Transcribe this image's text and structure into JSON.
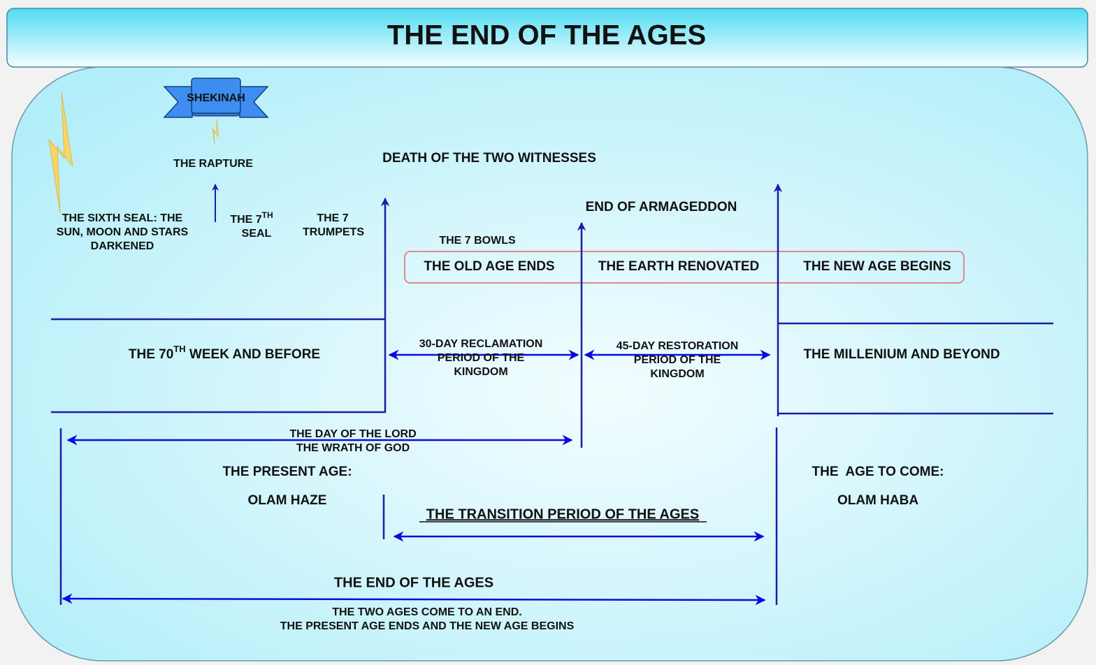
{
  "title": "THE END OF THE AGES",
  "banner": "SHEKINAH",
  "events": {
    "rapture": "THE RAPTURE",
    "sixth_seal": [
      "THE SIXTH SEAL: THE",
      "SUN, MOON AND STARS",
      "DARKENED"
    ],
    "seventh_seal": {
      "line1": "THE 7",
      "sup": "TH",
      "line2": "SEAL"
    },
    "trumpets": [
      "THE 7",
      "TRUMPETS"
    ],
    "two_witnesses": "DEATH OF THE TWO WITNESSES",
    "armageddon": "END OF ARMAGEDDON",
    "bowls": "THE 7 BOWLS"
  },
  "stages_box": [
    "THE OLD AGE ENDS",
    "THE EARTH RENOVATED",
    "THE NEW AGE BEGINS"
  ],
  "periods": {
    "week": {
      "pre": "THE 70",
      "sup": "TH",
      "post": " WEEK AND BEFORE"
    },
    "reclamation": [
      "30-DAY RECLAMATION",
      "PERIOD OF THE",
      "KINGDOM"
    ],
    "restoration": [
      "45-DAY RESTORATION",
      "PERIOD OF THE",
      "KINGDOM"
    ],
    "millenium": "THE MILLENIUM AND BEYOND"
  },
  "day_of_lord": [
    "THE DAY OF THE LORD",
    "THE WRATH OF GOD"
  ],
  "present_age": {
    "label": "THE PRESENT AGE:",
    "name": "OLAM HAZE"
  },
  "age_to_come": {
    "label": "THE  AGE TO COME:",
    "name": "OLAM HABA"
  },
  "transition": "THE TRANSITION PERIOD OF THE AGES",
  "end_of_ages": {
    "label": "THE END OF THE AGES",
    "lines": [
      "THE TWO AGES COME TO AN END.",
      "THE PRESENT AGE ENDS AND THE NEW AGE BEGINS"
    ]
  },
  "colors": {
    "line": "#1c1ca8",
    "arrow": "#0a0ae0",
    "box_border": "#e08a8a",
    "bolt": "#f7d56a",
    "ribbon": "#3d8ef0"
  }
}
